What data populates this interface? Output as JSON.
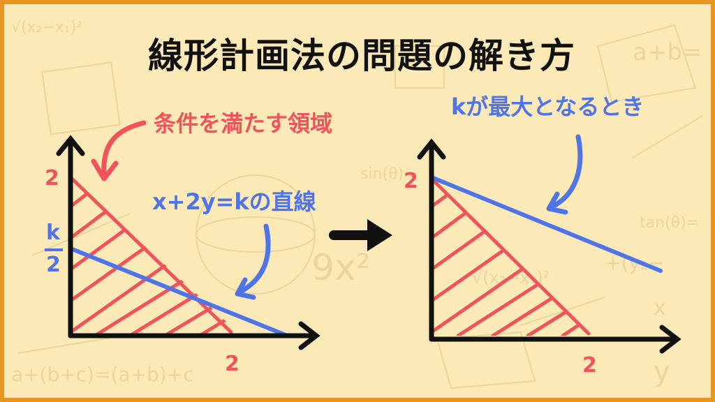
{
  "title": "線形計画法の問題の解き方",
  "left_panel": {
    "region_label": "条件を満たす領域",
    "line_label": "x+2y=kの直線",
    "y_tick": "2",
    "x_tick": "2",
    "k_numerator": "k",
    "k_denominator": "2"
  },
  "right_panel": {
    "max_label": "kが最大となるとき",
    "y_tick": "2",
    "x_tick": "2"
  },
  "colors": {
    "region": "#f0535a",
    "line": "#4f74e8",
    "axis": "#111111",
    "background": "#fbe9b7",
    "frame": "#e8961f"
  }
}
